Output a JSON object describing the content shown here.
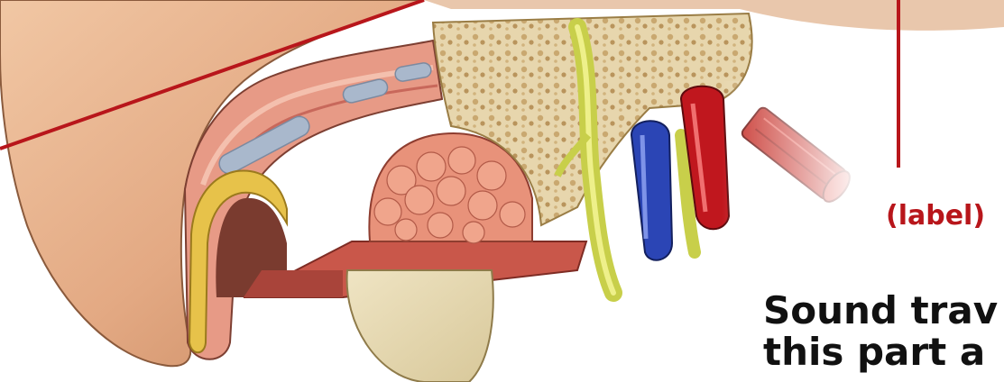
{
  "diagram": {
    "label_placeholder": "(label)",
    "caption_line1": "Sound trav",
    "caption_line2": "this part a",
    "colors": {
      "leader_line": "#b8161b",
      "label_text": "#b8161b",
      "caption_text": "#111111",
      "skin": "#e8b48f",
      "cartilage_yellow": "#e7c24a",
      "bone_tan": "#e9ddb8",
      "gland_pink": "#e58a72",
      "vein_blue": "#2b45b5",
      "artery_red": "#c0171e",
      "nerve_green": "#c8cf4a",
      "muscle_red": "#c7332c"
    },
    "illustration_subject": "ear-anatomy-cross-section"
  }
}
